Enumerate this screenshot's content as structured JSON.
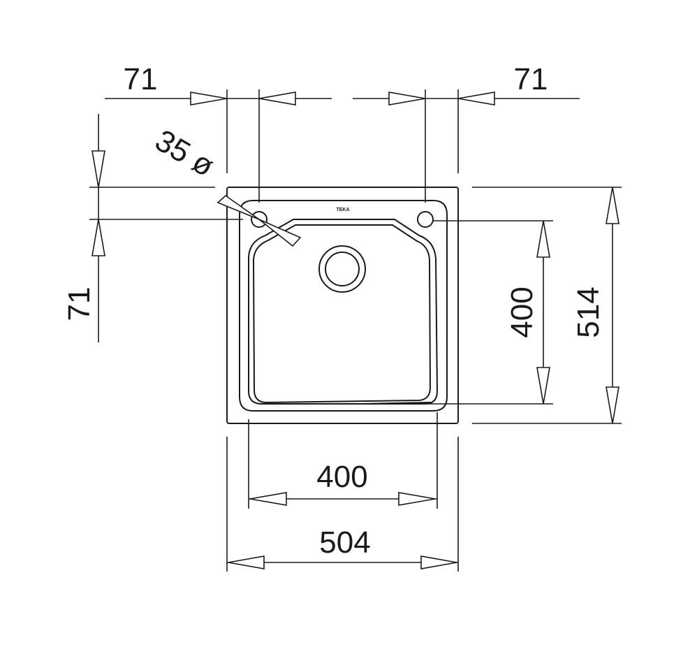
{
  "dimensions": {
    "top_left_offset": "71",
    "top_right_offset": "71",
    "left_offset": "71",
    "hole_diameter": "35 ø",
    "bowl_width": "400",
    "overall_width": "504",
    "bowl_depth": "400",
    "overall_depth": "514"
  },
  "brand_mark": "TEKA",
  "colors": {
    "line": "#1a1a1a",
    "background": "#ffffff"
  }
}
